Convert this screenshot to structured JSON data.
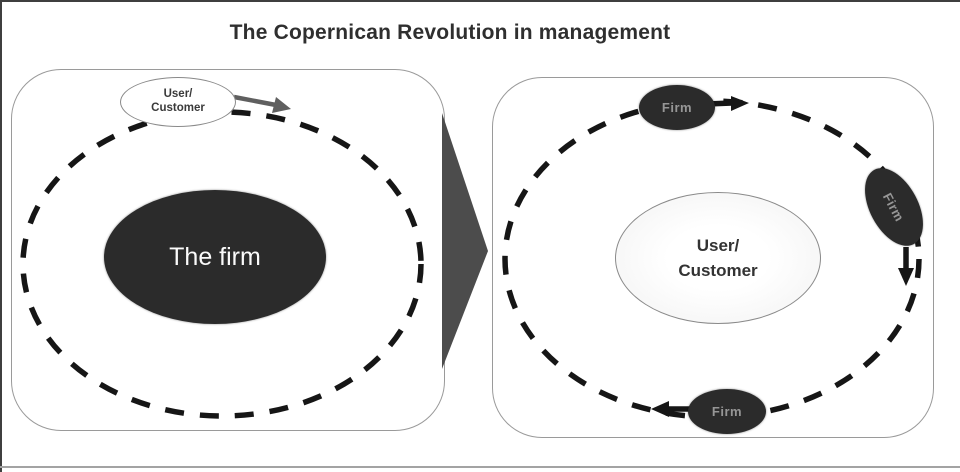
{
  "title": "The Copernican Revolution in management",
  "colors": {
    "ink": "#161616",
    "dark_ellipse": "#2b2b2b",
    "firm_label": "#969696",
    "triangle": "#4c4c4c",
    "gray_arrow": "#5f5f5f",
    "panel_border": "#9a9a9a",
    "text_dark": "#333333"
  },
  "before_panel": {
    "satellite": {
      "line1": "User/",
      "line2": "Customer"
    },
    "center_label": "The firm"
  },
  "after_panel": {
    "center": {
      "line1": "User/",
      "line2": "Customer"
    },
    "satellite_top_label": "Firm",
    "satellite_right_label": "Firm",
    "satellite_bottom_label": "Firm"
  }
}
